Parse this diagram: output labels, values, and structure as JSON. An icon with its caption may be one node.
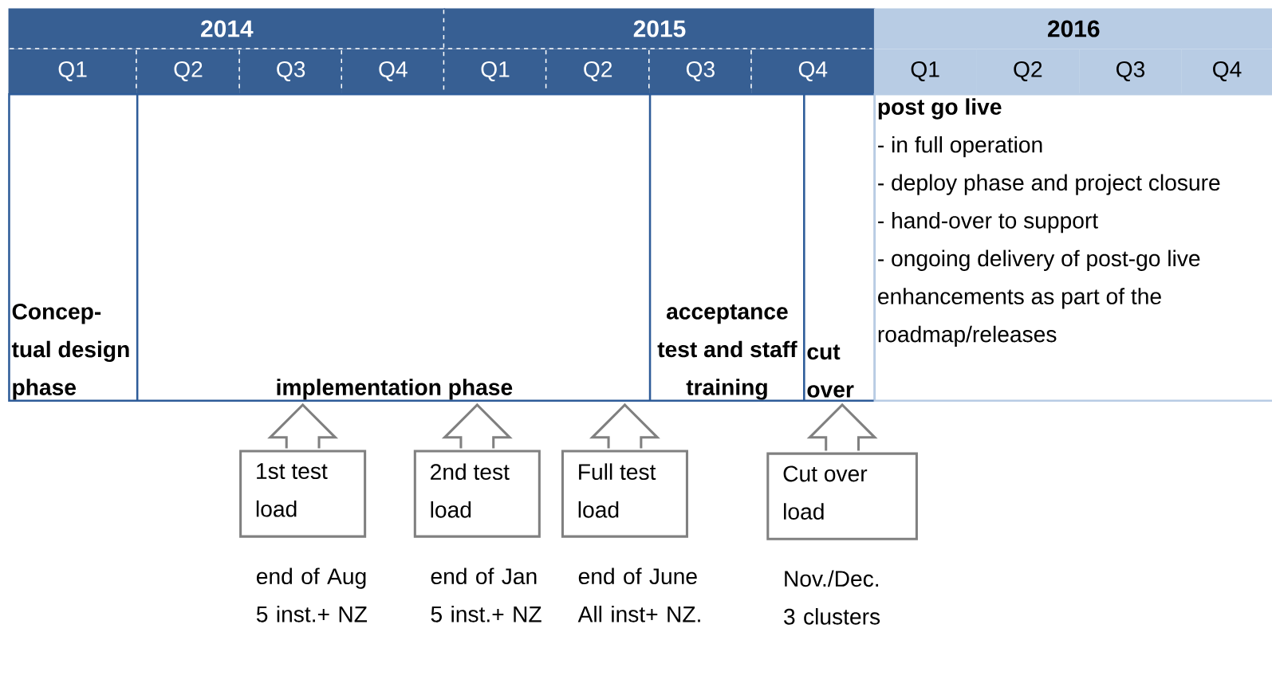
{
  "diagram": {
    "nodes": [
      {
        "text": [
          "2014"
        ]
      },
      {
        "text": [
          "2015"
        ]
      },
      {
        "text": [
          "2016"
        ]
      },
      {
        "text": [
          "Q1"
        ]
      },
      {
        "text": [
          "Q2"
        ]
      },
      {
        "text": [
          "Q3"
        ]
      },
      {
        "text": [
          "Q4"
        ]
      },
      {
        "text": [
          "Q1"
        ]
      },
      {
        "text": [
          "Q2"
        ]
      },
      {
        "text": [
          "Q3"
        ]
      },
      {
        "text": [
          "Q4"
        ]
      },
      {
        "text": [
          "Q1"
        ]
      },
      {
        "text": [
          "Q2"
        ]
      },
      {
        "text": [
          "Q3"
        ]
      },
      {
        "text": [
          "Q4"
        ]
      },
      {
        "text": [
          "Concep-tual design phase"
        ]
      },
      {
        "text": [
          "implementation phase"
        ]
      },
      {
        "text": [
          "acceptance test and staff training"
        ]
      },
      {
        "text": [
          "cut over"
        ]
      },
      {
        "text": [
          "post go live",
          "- in full operation",
          "- deploy phase and project closure",
          "- hand-over to support",
          "- ongoing delivery of post-go live enhancements as part of the roadmap/releases"
        ]
      },
      {
        "text": [
          "1st test load"
        ],
        "beside": [
          "end of Aug",
          "5 inst.+ NZ"
        ]
      },
      {
        "text": [
          "2nd test load"
        ],
        "beside": [
          "end of Jan",
          "5 inst.+ NZ"
        ]
      },
      {
        "text": [
          "Full test load"
        ],
        "beside": [
          "end of June",
          "All inst+ NZ."
        ]
      },
      {
        "text": [
          "Cut over load"
        ],
        "beside": [
          "Nov./Dec.",
          "3 clusters"
        ]
      }
    ],
    "edges": [
      {
        "from": 20,
        "to": 16,
        "arrow": "to"
      },
      {
        "from": 21,
        "to": 16,
        "arrow": "to"
      },
      {
        "from": 22,
        "to": 16,
        "arrow": "to"
      },
      {
        "from": 23,
        "to": 18,
        "arrow": "to"
      }
    ]
  }
}
